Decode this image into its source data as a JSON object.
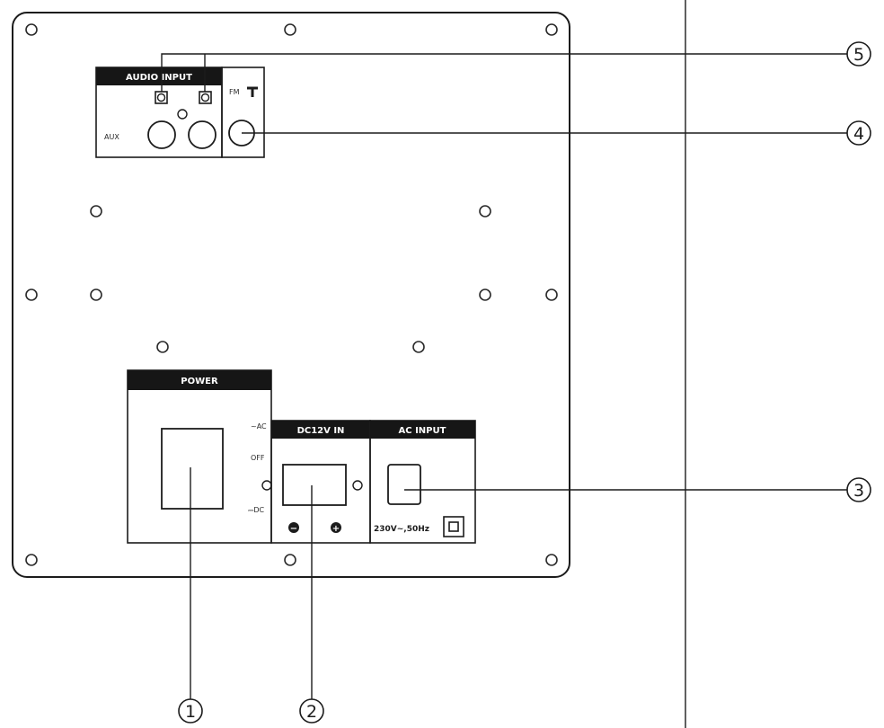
{
  "audio_input": {
    "title": "AUDIO INPUT",
    "aux_label": "AUX"
  },
  "fm": {
    "label": "FM"
  },
  "power": {
    "title": "POWER",
    "ac_label": "~AC",
    "off_label": "OFF",
    "dc_label": "⎓DC"
  },
  "dc_input": {
    "title": "DC12V IN",
    "minus": "−",
    "plus": "+"
  },
  "ac_input": {
    "title": "AC INPUT",
    "rating": "230V~,50Hz"
  },
  "callouts": [
    "1",
    "2",
    "3",
    "4",
    "5"
  ],
  "colors": {
    "ink": "#1c1c1c",
    "header": "#161616",
    "paper": "#ffffff"
  }
}
